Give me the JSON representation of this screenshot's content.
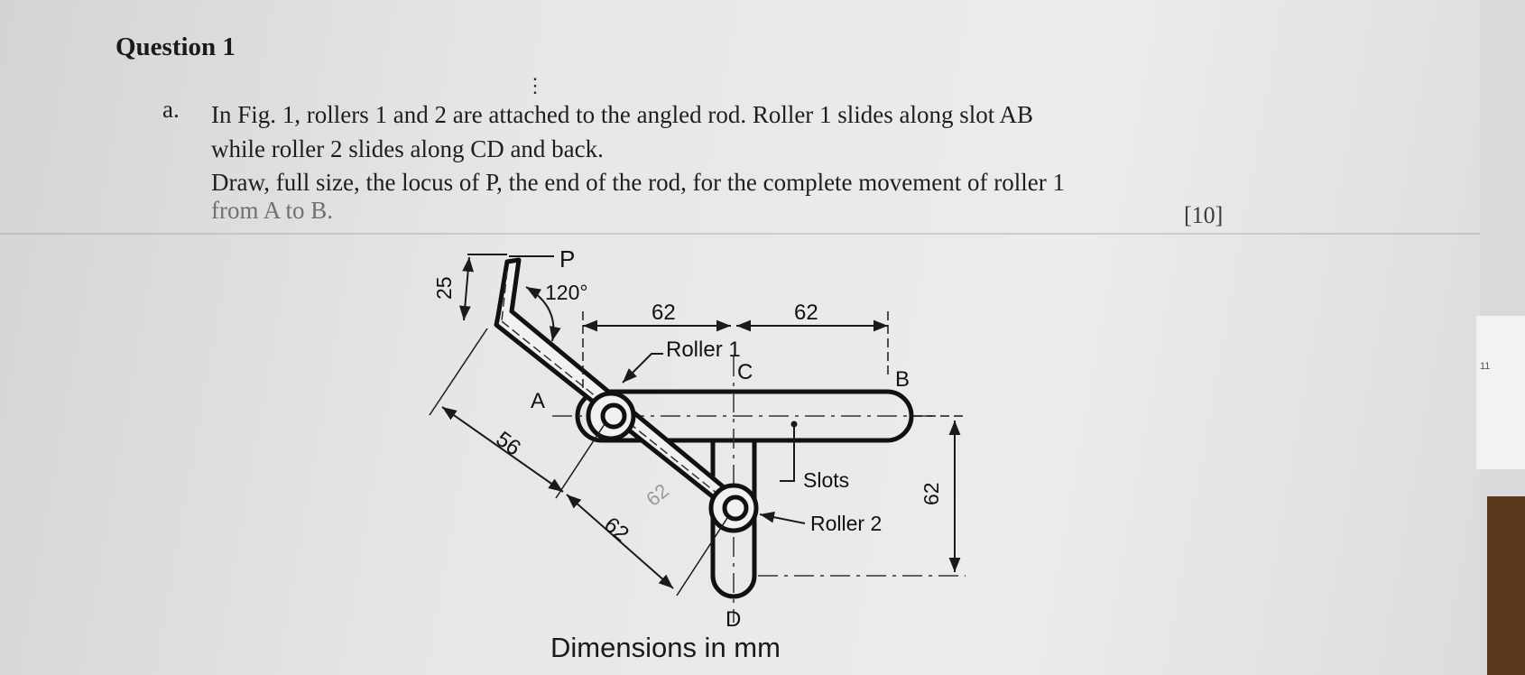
{
  "question": {
    "title": "Question 1",
    "mark": "⋮",
    "part_label": "a.",
    "lines": [
      "In Fig. 1, rollers 1 and 2 are attached to the angled rod. Roller 1 slides along slot AB",
      "while roller 2 slides along CD and back.",
      "Draw, full size, the locus of P, the end of the rod, for the complete movement of roller 1",
      "from A to B."
    ],
    "marks": "[10]"
  },
  "figure": {
    "labels": {
      "p": "P",
      "angle": "120°",
      "dim_25": "25",
      "dim_62_left": "62",
      "dim_62_right": "62",
      "roller1": "Roller 1",
      "c": "C",
      "b": "B",
      "a": "A",
      "dim_56": "56",
      "dim_62_rod": "62",
      "slots": "Slots",
      "roller2": "Roller 2",
      "dim_62_vertical": "62",
      "d": "D",
      "pencil_note": "62"
    },
    "caption": "Dimensions in mm"
  },
  "ruler": {
    "number": "11"
  }
}
